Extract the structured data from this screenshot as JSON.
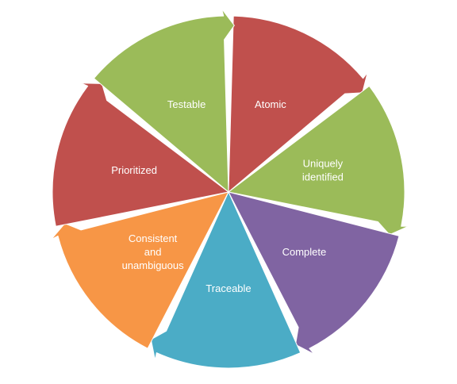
{
  "diagram": {
    "segments": [
      {
        "id": "atomic",
        "lines": [
          "Atomic"
        ],
        "color": "#c0504d"
      },
      {
        "id": "uniquely-identified",
        "lines": [
          "Uniquely",
          "identified"
        ],
        "color": "#9bbb59"
      },
      {
        "id": "complete",
        "lines": [
          "Complete"
        ],
        "color": "#8064a2"
      },
      {
        "id": "traceable",
        "lines": [
          "Traceable"
        ],
        "color": "#4bacc6"
      },
      {
        "id": "consistent-and-unambiguous",
        "lines": [
          "Consistent",
          "and",
          "unambiguous"
        ],
        "color": "#f79646"
      },
      {
        "id": "prioritized",
        "lines": [
          "Prioritized"
        ],
        "color": "#c0504d"
      },
      {
        "id": "testable",
        "lines": [
          "Testable"
        ],
        "color": "#9bbb59"
      }
    ]
  }
}
